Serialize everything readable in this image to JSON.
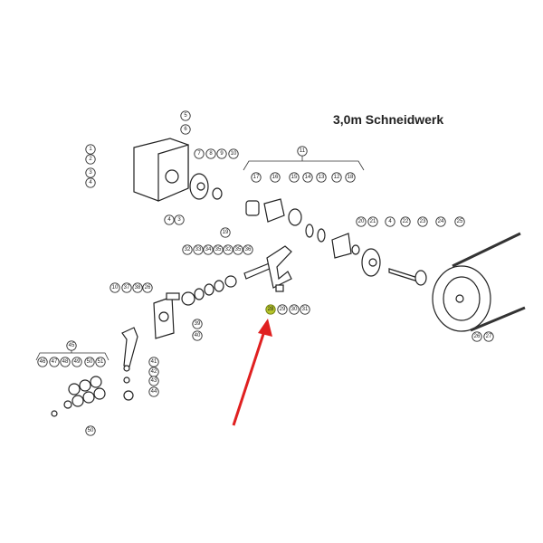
{
  "title": "3,0m Schneidwerk",
  "callouts": [
    "5",
    "6",
    "1",
    "2",
    "3",
    "4",
    "7",
    "8",
    "9",
    "10",
    "4",
    "3",
    "19",
    "11",
    "17",
    "16",
    "15",
    "14",
    "13",
    "12",
    "18",
    "20",
    "21",
    "4",
    "22",
    "23",
    "24",
    "25",
    "32",
    "33",
    "34",
    "35",
    "32",
    "35",
    "36",
    "28",
    "29",
    "30",
    "31",
    "26",
    "27",
    "10",
    "37",
    "38",
    "26",
    "39",
    "40",
    "45",
    "46",
    "47",
    "48",
    "49",
    "50",
    "51",
    "41",
    "42",
    "43",
    "44",
    "50"
  ],
  "highlighted_part": "28",
  "colors": {
    "highlight": "#b5c42a",
    "arrow": "#e02020"
  }
}
